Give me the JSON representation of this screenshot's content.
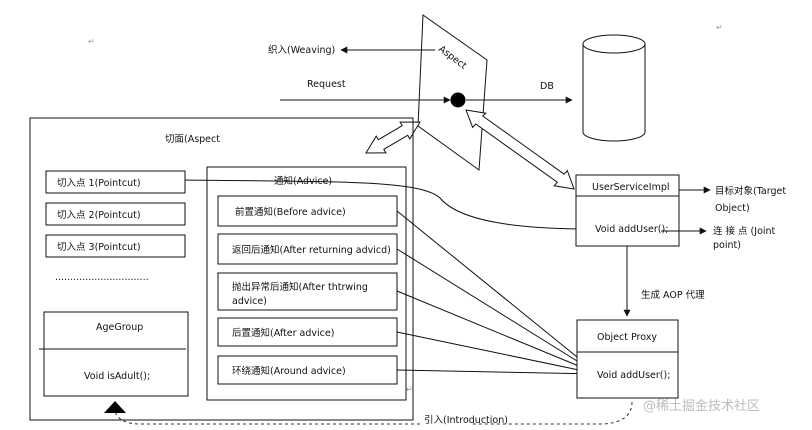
{
  "colors": {
    "line": "#111111",
    "paragraph_mark": "#9a9a9a",
    "box_fill": "#ffffff",
    "watermark": "#c8c8c8"
  },
  "labels": {
    "weaving": "织入(Weaving)",
    "request": "Request",
    "aspect_plane": "Aspect",
    "db": "DB",
    "aspect_panel": "切面(Aspect",
    "advice_title": "通知(Advice)",
    "dots": "...............................",
    "generate_aop_proxy": "生成 AOP 代理",
    "introduction": "引入(Introduction)",
    "watermark": "@稀土掘金技术社区"
  },
  "pointcuts": [
    {
      "label": "切入点 1(Pointcut)"
    },
    {
      "label": "切入点 2(Pointcut)"
    },
    {
      "label": "切入点 3(Pointcut)"
    }
  ],
  "advices": [
    {
      "lines": [
        "前置通知(Before advice)"
      ]
    },
    {
      "lines": [
        "返回后通知(After returning advicd)"
      ]
    },
    {
      "lines": [
        "抛出异常后通知(After thtrwing",
        "advice)"
      ]
    },
    {
      "lines": [
        "后置通知(After advice)"
      ]
    },
    {
      "lines": [
        "环绕通知(Around advice)"
      ]
    }
  ],
  "age_group": {
    "title": "AgeGroup",
    "method": "Void isAdult();"
  },
  "user_service": {
    "title": "UserServiceImpl",
    "method": "Void addUser();"
  },
  "target_object": {
    "lines": [
      "目标对象(Target",
      "Object)"
    ]
  },
  "joint_point": {
    "lines": [
      "连 接 点 (Joint",
      "point)"
    ]
  },
  "object_proxy": {
    "title": "Object Proxy",
    "method": "Void addUser();"
  }
}
